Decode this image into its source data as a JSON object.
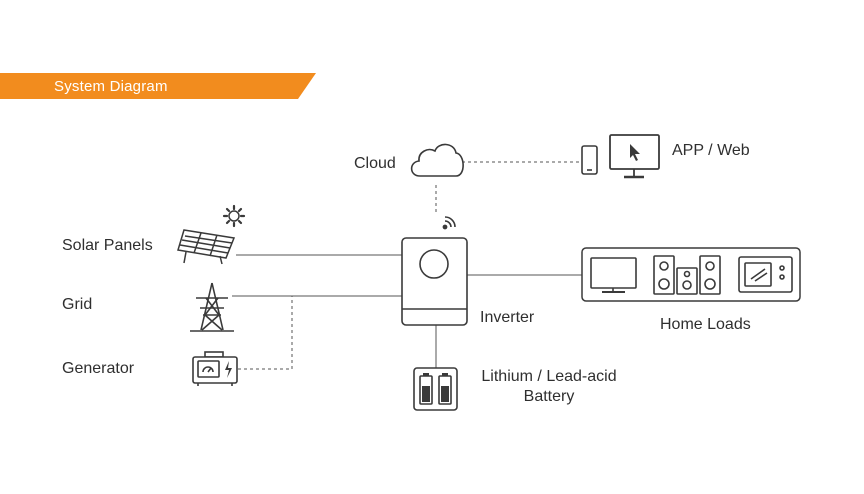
{
  "header": {
    "title": "System Diagram"
  },
  "colors": {
    "accent": "#F28C1E",
    "stroke": "#3a3a3a",
    "line": "#555555"
  },
  "nodes": {
    "cloud": "Cloud",
    "app_web": "APP / Web",
    "solar": "Solar Panels",
    "grid": "Grid",
    "generator": "Generator",
    "inverter": "Inverter",
    "home_loads": "Home Loads",
    "battery_line1": "Lithium / Lead-acid",
    "battery_line2": "Battery"
  },
  "icons": [
    "cloud-icon",
    "phone-icon",
    "monitor-icon",
    "wifi-icon",
    "sun-icon",
    "solar-panel-icon",
    "pylon-icon",
    "generator-icon",
    "inverter-icon",
    "tv-icon",
    "speaker-icon",
    "microwave-icon",
    "battery-icon"
  ]
}
